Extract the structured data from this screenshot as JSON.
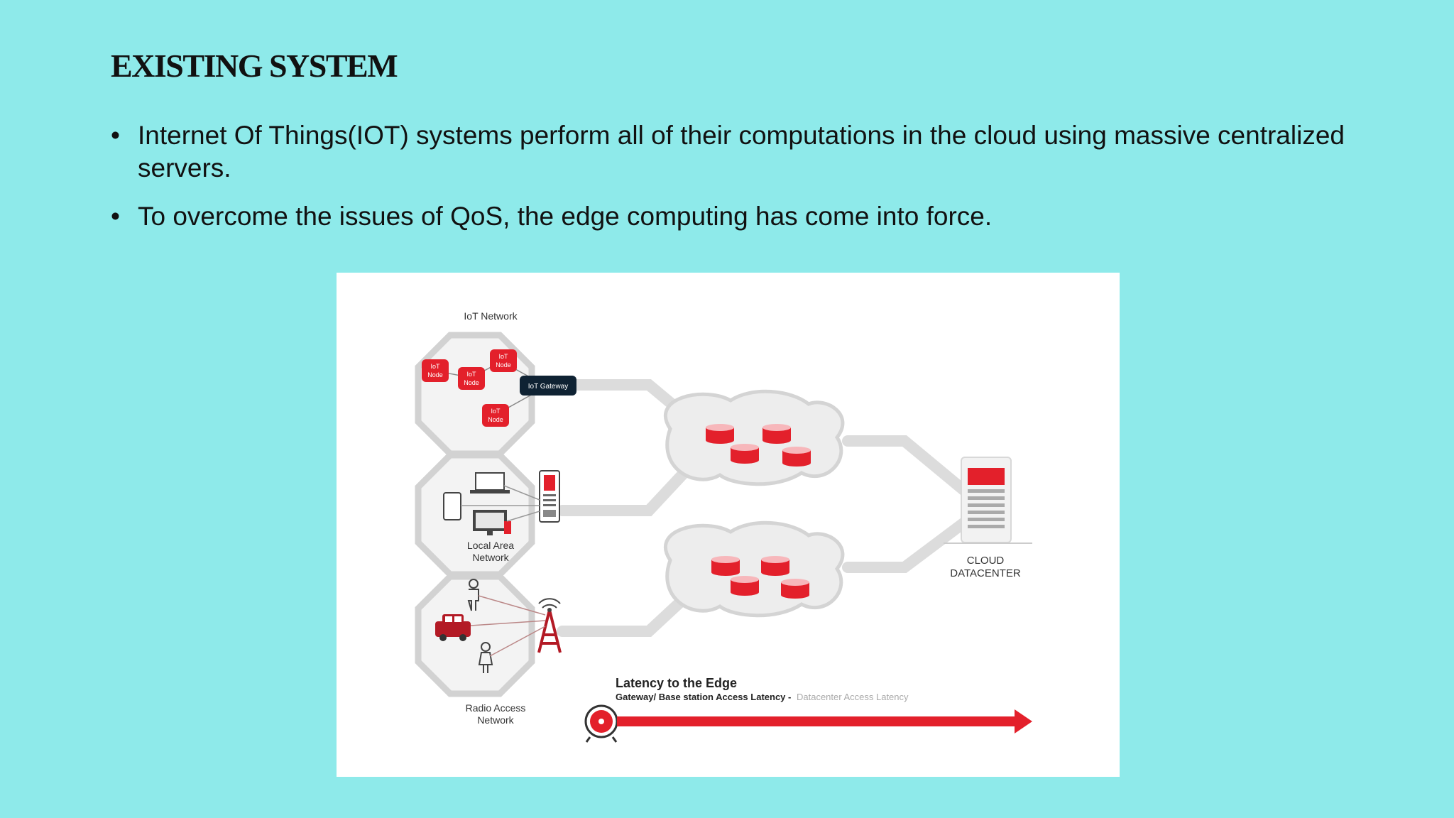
{
  "slide": {
    "title": "EXISTING SYSTEM",
    "bullets": [
      "Internet Of Things(IOT) systems perform all of their computations in the cloud using massive centralized servers.",
      "To overcome the issues of QoS, the edge computing has come into force."
    ]
  },
  "diagram": {
    "iot_network_label": "IoT Network",
    "iot_node_label_1": "IoT",
    "iot_node_label_2": "Node",
    "iot_gateway_label": "IoT Gateway",
    "lan_label_1": "Local Area",
    "lan_label_2": "Network",
    "ran_label_1": "Radio Access",
    "ran_label_2": "Network",
    "cloud_label_1": "CLOUD",
    "cloud_label_2": "DATACENTER",
    "latency_title": "Latency to the Edge",
    "latency_sub_dark": "Gateway/ Base station Access Latency -",
    "latency_sub_light": "Datacenter Access Latency"
  },
  "colors": {
    "background": "#8eeaea",
    "accent_red": "#e3202b",
    "gateway_dark": "#0f2233",
    "shape_gray": "#d2d2d2"
  }
}
